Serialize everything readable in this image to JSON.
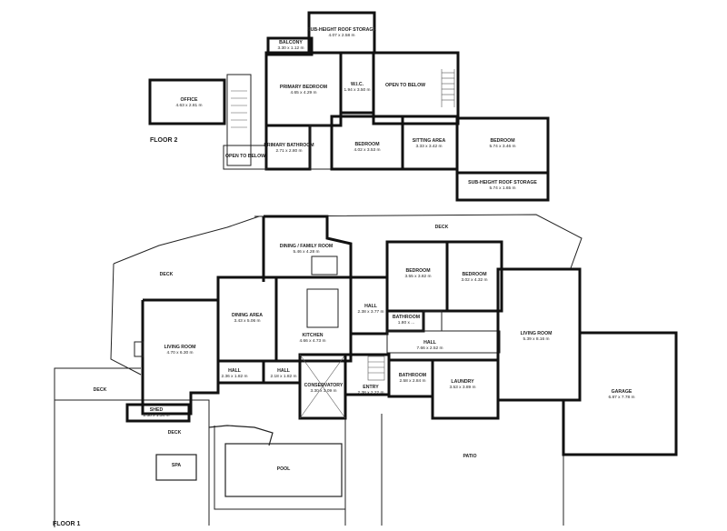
{
  "floors": {
    "floor2": "FLOOR 2",
    "floor1": "FLOOR 1"
  },
  "rooms": [
    {
      "key": "sub_roof_storage_top",
      "name": "SUB-HEIGHT ROOF STORAGE",
      "dims": "4.07 x 2.58 m"
    },
    {
      "key": "balcony",
      "name": "BALCONY",
      "dims": "3.30 x 1.12 m"
    },
    {
      "key": "office",
      "name": "OFFICE",
      "dims": "4.63 x 2.81 m"
    },
    {
      "key": "primary_bedroom",
      "name": "PRIMARY BEDROOM",
      "dims": "4.65 x 4.29 m"
    },
    {
      "key": "wic",
      "name": "W.I.C.",
      "dims": "1.94 x 3.50 m"
    },
    {
      "key": "open_to_below_top",
      "name": "OPEN TO BELOW",
      "dims": ""
    },
    {
      "key": "primary_bathroom",
      "name": "PRIMARY BATHROOM",
      "dims": "2.71 x 2.80 m"
    },
    {
      "key": "bedroom_f2_a",
      "name": "BEDROOM",
      "dims": "4.02 x 3.53 m"
    },
    {
      "key": "sitting_area",
      "name": "SITTING AREA",
      "dims": "3.33 x 3.42 m"
    },
    {
      "key": "bedroom_f2_b",
      "name": "BEDROOM",
      "dims": "5.74 x 3.46 m"
    },
    {
      "key": "open_to_below_left",
      "name": "OPEN TO BELOW",
      "dims": ""
    },
    {
      "key": "sub_roof_storage_bottom",
      "name": "SUB-HEIGHT ROOF STORAGE",
      "dims": "5.74 x 1.65 m"
    },
    {
      "key": "deck_top",
      "name": "DECK",
      "dims": ""
    },
    {
      "key": "deck_left",
      "name": "DECK",
      "dims": ""
    },
    {
      "key": "dining_family",
      "name": "DINING / FAMILY ROOM",
      "dims": "5.46 x 4.28 m"
    },
    {
      "key": "bedroom_f1_a",
      "name": "BEDROOM",
      "dims": "3.55 x 3.82 m"
    },
    {
      "key": "bedroom_f1_b",
      "name": "BEDROOM",
      "dims": "3.02 x 4.32 m"
    },
    {
      "key": "dining_area",
      "name": "DINING AREA",
      "dims": "3.43 x 5.06 m"
    },
    {
      "key": "hall_a",
      "name": "HALL",
      "dims": "2.38 x 3.77 m"
    },
    {
      "key": "bathroom_f1_a",
      "name": "BATHROOM",
      "dims": "1.80 x ..."
    },
    {
      "key": "living_room_left",
      "name": "LIVING ROOM",
      "dims": "4.70 x 6.30 m"
    },
    {
      "key": "kitchen",
      "name": "KITCHEN",
      "dims": "4.66 x 4.73 m"
    },
    {
      "key": "hall_b",
      "name": "HALL",
      "dims": "7.66 x 2.52 m"
    },
    {
      "key": "living_room_right",
      "name": "LIVING ROOM",
      "dims": "5.39 x 8.16 m"
    },
    {
      "key": "hall_c",
      "name": "HALL",
      "dims": "2.36 x 1.82 m"
    },
    {
      "key": "hall_d",
      "name": "HALL",
      "dims": "2.18 x 1.82 m"
    },
    {
      "key": "conservatory",
      "name": "CONSERVATORY",
      "dims": "3.30 x 3.09 m"
    },
    {
      "key": "entry",
      "name": "ENTRY",
      "dims": "2.38 x 2.22 m"
    },
    {
      "key": "bathroom_f1_b",
      "name": "BATHROOM",
      "dims": "2.58 x 2.84 m"
    },
    {
      "key": "laundry",
      "name": "LAUNDRY",
      "dims": "3.53 x 3.89 m"
    },
    {
      "key": "deck_far_left",
      "name": "DECK",
      "dims": ""
    },
    {
      "key": "garage",
      "name": "GARAGE",
      "dims": "6.87 x 7.78 m"
    },
    {
      "key": "shed",
      "name": "SHED",
      "dims": "2.58 x 1.34 m"
    },
    {
      "key": "deck_bottom",
      "name": "DECK",
      "dims": ""
    },
    {
      "key": "spa",
      "name": "SPA",
      "dims": ""
    },
    {
      "key": "patio",
      "name": "PATIO",
      "dims": ""
    },
    {
      "key": "pool",
      "name": "POOL",
      "dims": ""
    }
  ]
}
